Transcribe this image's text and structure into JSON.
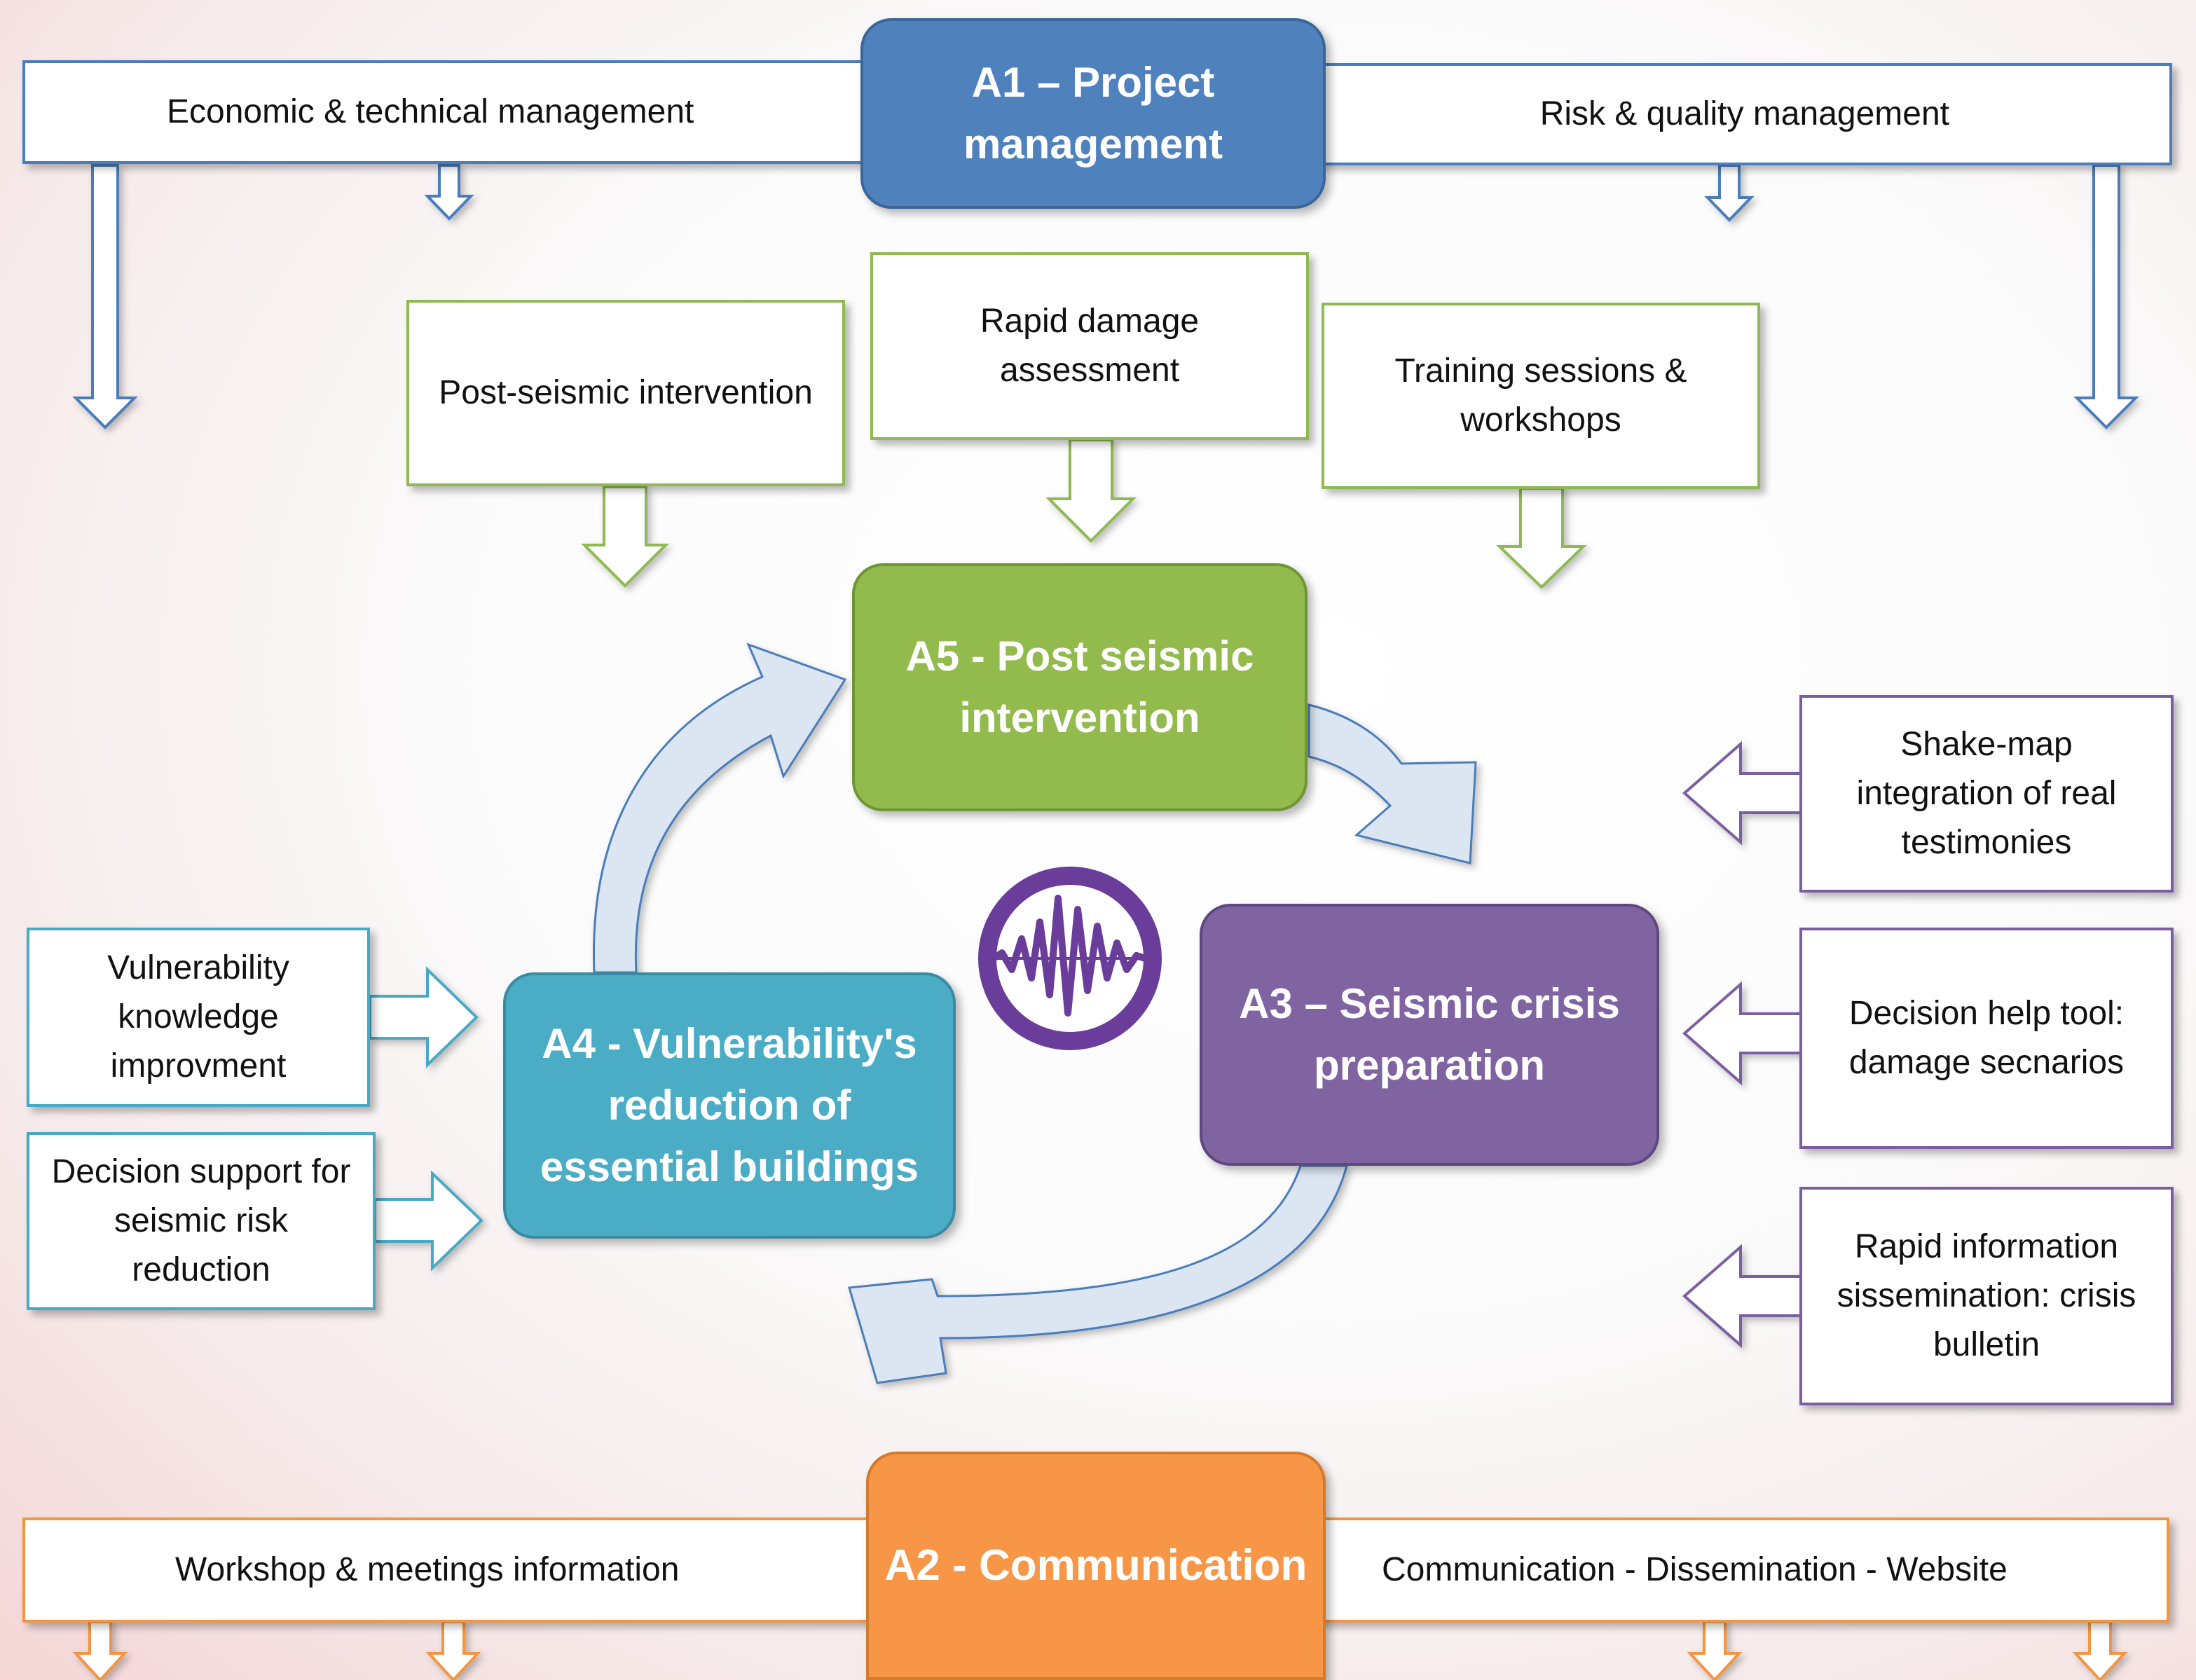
{
  "a1": {
    "title": "A1 – Project\nmanagement",
    "left": "Economic & technical management",
    "right": "Risk & quality management"
  },
  "a5": {
    "title": "A5 - Post seismic\nintervention",
    "inputs": [
      "Post-seismic intervention",
      "Rapid damage\nassessment",
      "Training sessions &\nworkshops"
    ]
  },
  "a3": {
    "title": "A3 – Seismic crisis\npreparation",
    "inputs": [
      "Shake-map\nintegration of real\ntestimonies",
      "Decision help tool:\ndamage secnarios",
      "Rapid information\nsissemination: crisis\nbulletin"
    ]
  },
  "a4": {
    "title": "A4 - Vulnerability's\nreduction of\nessential buildings",
    "inputs": [
      "Vulnerability\nknowledge\nimprovment",
      "Decision support for\nseismic risk\nreduction"
    ]
  },
  "a2": {
    "title": "A2 - Communication",
    "left": "Workshop & meetings information",
    "right": "Communication - Dissemination - Website"
  },
  "colors": {
    "a1": "#4f81bd",
    "a5": "#92ba4c",
    "a3": "#8064a2",
    "a4": "#4bacc6",
    "a2": "#f79646",
    "cycle_arrow": "#dce6f2"
  },
  "icons": [
    "seismic-wave-icon"
  ]
}
